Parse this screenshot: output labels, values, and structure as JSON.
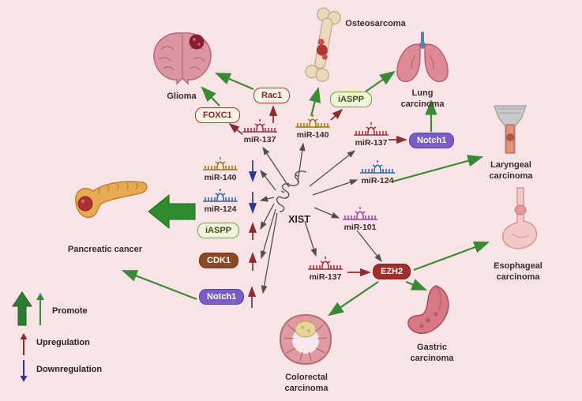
{
  "legend": {
    "promote": "Promote",
    "upregulation": "Upregulation",
    "downregulation": "Downregulation"
  },
  "center": {
    "xist": "XIST"
  },
  "mirnas": {
    "mir137_top": "miR-137",
    "mir140_top": "miR-140",
    "mir137_right": "miR-137",
    "mir124_right": "miR-124",
    "mir140_left": "miR-140",
    "mir124_left": "miR-124",
    "mir101": "miR-101",
    "mir137_bottom": "miR-137"
  },
  "genes": {
    "foxc1": "FOXC1",
    "rac1": "Rac1",
    "iaspp_top": "iASPP",
    "iaspp_left": "iASPP",
    "cdk1": "CDK1",
    "notch1_right": "Notch1",
    "notch1_left": "Notch1",
    "ezh2": "EZH2"
  },
  "cancers": {
    "glioma": "Glioma",
    "osteosarcoma": "Osteosarcoma",
    "lung": "Lung carcinoma",
    "laryngeal": "Laryngeal carcinoma",
    "esophageal": "Esophageal carcinoma",
    "gastric": "Gastric carcinoma",
    "colorectal": "Colorectal carcinoma",
    "pancreatic": "Pancreatic cancer"
  },
  "colors": {
    "background": "#f8e3e6",
    "promote_green": "#3a8a35",
    "upregulation_red": "#8b2c30",
    "downregulation_blue": "#2c3a8b",
    "mir137": "#a83240",
    "mir140": "#a07818",
    "mir124": "#2b6ca8",
    "mir101": "#9b4a9b"
  }
}
